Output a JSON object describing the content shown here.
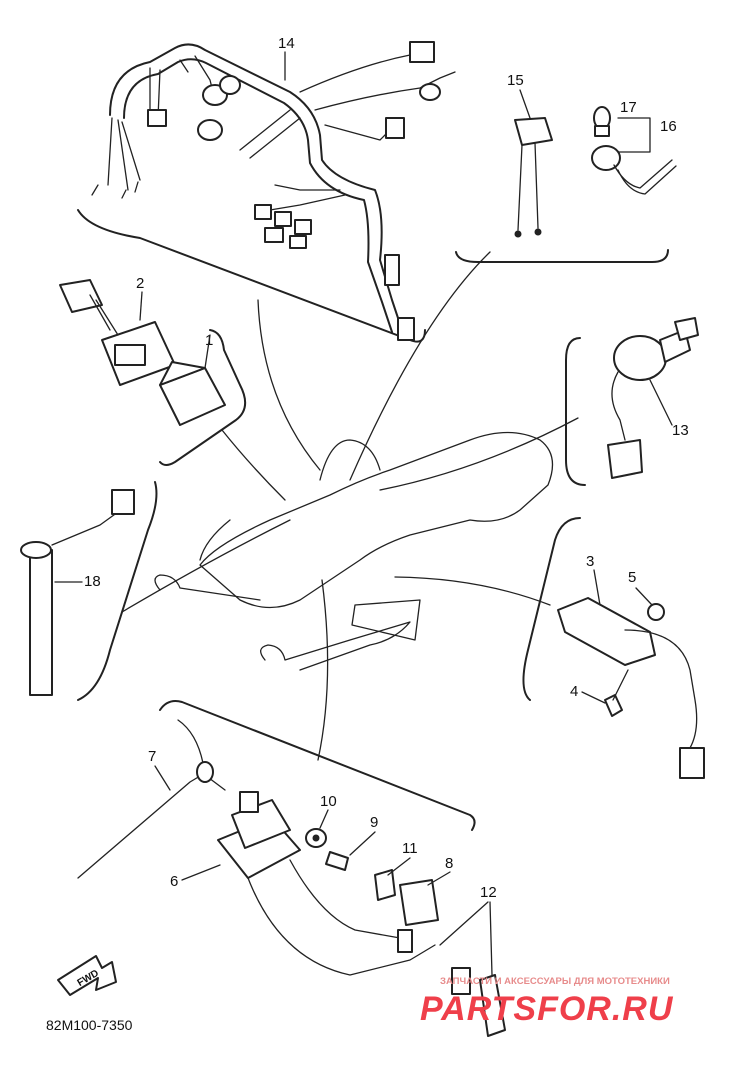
{
  "callouts": [
    {
      "id": "1",
      "text": "1"
    },
    {
      "id": "2",
      "text": "2"
    },
    {
      "id": "3",
      "text": "3"
    },
    {
      "id": "4",
      "text": "4"
    },
    {
      "id": "5",
      "text": "5"
    },
    {
      "id": "6",
      "text": "6"
    },
    {
      "id": "7",
      "text": "7"
    },
    {
      "id": "8",
      "text": "8"
    },
    {
      "id": "9",
      "text": "9"
    },
    {
      "id": "10",
      "text": "10"
    },
    {
      "id": "11",
      "text": "11"
    },
    {
      "id": "12",
      "text": "12"
    },
    {
      "id": "13",
      "text": "13"
    },
    {
      "id": "14",
      "text": "14"
    },
    {
      "id": "15",
      "text": "15"
    },
    {
      "id": "16",
      "text": "16"
    },
    {
      "id": "17",
      "text": "17"
    },
    {
      "id": "18",
      "text": "18"
    }
  ],
  "drawing_code": "82M100-7350",
  "forward_arrow_label": "FWD",
  "watermark": {
    "tagline": "ЗАПЧАСТИ И АКСЕССУАРЫ ДЛЯ МОТОТЕХНИКИ",
    "brand": "PARTSFOR.RU",
    "color": "#ef3f4a"
  }
}
